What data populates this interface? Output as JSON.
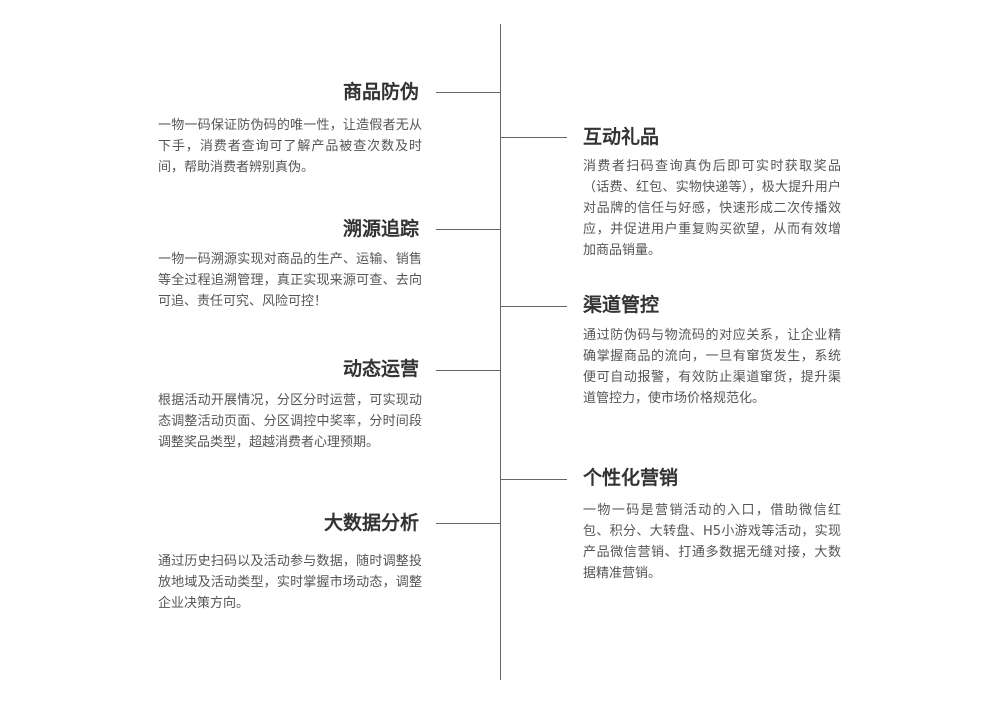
{
  "left_items": [
    {
      "title": "商品防伪",
      "desc": "一物一码保证防伪码的唯一性，让造假者无从下手，消费者查询可了解产品被查次数及时间，帮助消费者辨别真伪。"
    },
    {
      "title": "溯源追踪",
      "desc": "一物一码溯源实现对商品的生产、运输、销售等全过程追溯管理，真正实现来源可查、去向可追、责任可究、风险可控！"
    },
    {
      "title": "动态运营",
      "desc": "根据活动开展情况，分区分时运营，可实现动态调整活动页面、分区调控中奖率，分时间段调整奖品类型，超越消费者心理预期。"
    },
    {
      "title": "大数据分析",
      "desc": "通过历史扫码以及活动参与数据，随时调整投放地域及活动类型，实时掌握市场动态，调整企业决策方向。"
    }
  ],
  "right_items": [
    {
      "title": "互动礼品",
      "desc": "消费者扫码查询真伪后即可实时获取奖品（话费、红包、实物快递等），极大提升用户对品牌的信任与好感，快速形成二次传播效应，并促进用户重复购买欲望，从而有效增加商品销量。"
    },
    {
      "title": "渠道管控",
      "desc": "通过防伪码与物流码的对应关系，让企业精确掌握商品的流向，一旦有窜货发生，系统便可自动报警，有效防止渠道窜货，提升渠道管控力，使市场价格规范化。"
    },
    {
      "title": "个性化营销",
      "desc": "一物一码是营销活动的入口，借助微信红包、积分、大转盘、H5小游戏等活动，实现产品微信营销、打通多数据无缝对接，大数据精准营销。"
    }
  ]
}
